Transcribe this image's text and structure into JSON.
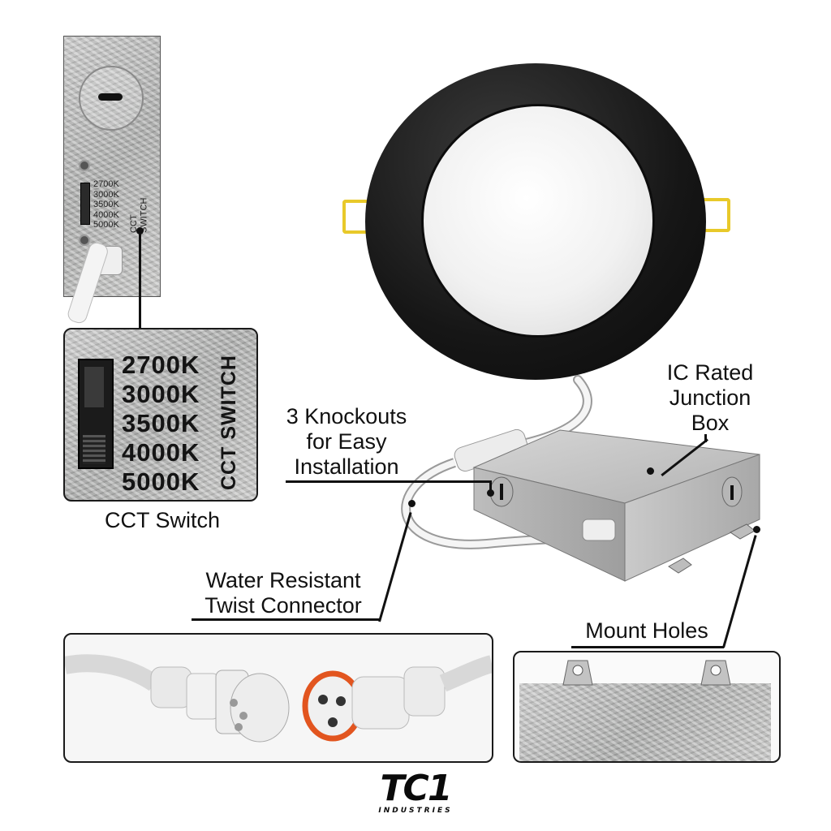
{
  "cct_box": {
    "temps": [
      "2700K",
      "3000K",
      "3500K",
      "4000K",
      "5000K"
    ],
    "switch_label": "CCT SWITCH"
  },
  "cct_zoom": {
    "temps": [
      "2700K",
      "3000K",
      "3500K",
      "4000K",
      "5000K"
    ],
    "switch_label": "CCT SWITCH",
    "caption": "CCT Switch"
  },
  "callouts": {
    "ic_rated": [
      "IC Rated",
      "Junction",
      "Box"
    ],
    "knockouts": [
      "3 Knockouts",
      "for Easy",
      "Installation"
    ],
    "connector": [
      "Water Resistant",
      "Twist Connector"
    ],
    "mount_holes": "Mount Holes"
  },
  "brand": {
    "logo": "TC1",
    "sub": "INDUSTRIES"
  },
  "colors": {
    "trim": "#161616",
    "lens": "#f1f1f1",
    "spring": "#e8c92a",
    "gasket": "#e2551f"
  }
}
